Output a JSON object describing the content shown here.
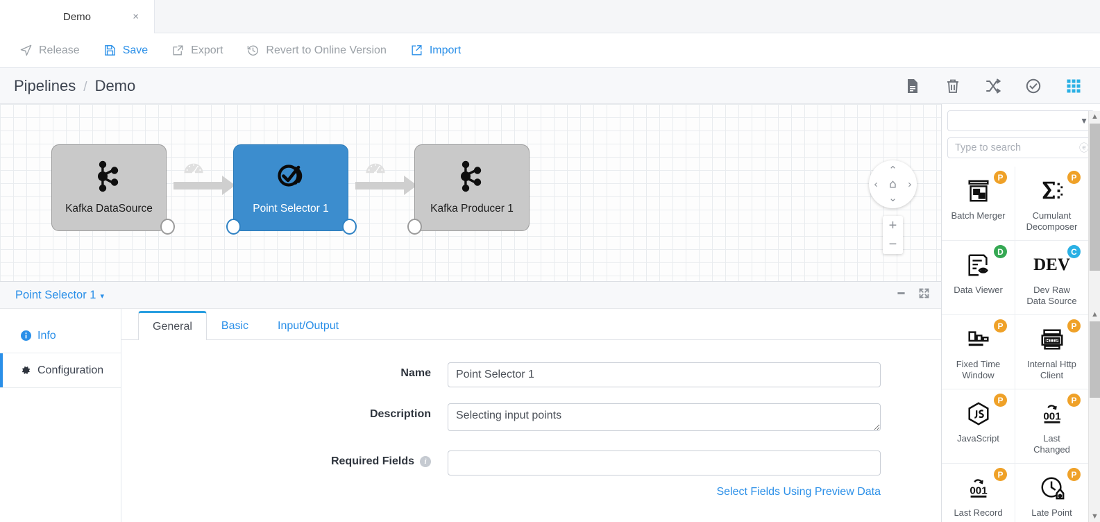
{
  "tab": {
    "label": "Demo",
    "close": "×"
  },
  "toolbar": {
    "items": [
      {
        "label": "Release",
        "icon": "paper-plane-icon",
        "state": "disabled"
      },
      {
        "label": "Save",
        "icon": "floppy-disk-icon",
        "state": "active"
      },
      {
        "label": "Export",
        "icon": "export-icon",
        "state": "disabled"
      },
      {
        "label": "Revert to Online Version",
        "icon": "history-clock-icon",
        "state": "disabled"
      },
      {
        "label": "Import",
        "icon": "import-icon",
        "state": "active"
      }
    ]
  },
  "header": {
    "breadcrumb_root": "Pipelines",
    "breadcrumb_sep": "/",
    "breadcrumb_current": "Demo",
    "icons": [
      "document-icon",
      "trash-icon",
      "shuffle-icon",
      "check-circle-icon",
      "apps-grid-icon"
    ]
  },
  "canvas": {
    "nodes": [
      {
        "label": "Kafka DataSource",
        "icon": "kafka-icon",
        "selected": false
      },
      {
        "label": "Point Selector 1",
        "icon": "point-selector-icon",
        "selected": true
      },
      {
        "label": "Kafka Producer 1",
        "icon": "kafka-icon",
        "selected": false
      }
    ],
    "connection_icon": "gauge-icon",
    "nav": {
      "up": "⌃",
      "down": "⌄",
      "left": "‹",
      "right": "›",
      "home": "⌂",
      "zoom_in": "+",
      "zoom_out": "−"
    }
  },
  "palette": {
    "select_value": "",
    "search_placeholder": "Type to search",
    "clear_icon": "clear-circle-icon",
    "items": [
      {
        "name": "Batch Merger",
        "badge": "P",
        "badge_color": "#efa128",
        "icon": "batch-merger-icon"
      },
      {
        "name": "Cumulant\nDecomposer",
        "badge": "P",
        "badge_color": "#efa128",
        "icon": "cumulant-decomposer-icon"
      },
      {
        "name": "Data Viewer",
        "badge": "D",
        "badge_color": "#35a853",
        "icon": "data-viewer-icon"
      },
      {
        "name": "Dev Raw\nData Source",
        "badge": "C",
        "badge_color": "#2ab0e4",
        "icon": "dev-raw-data-source-icon"
      },
      {
        "name": "Fixed Time\nWindow",
        "badge": "P",
        "badge_color": "#efa128",
        "icon": "fixed-time-window-icon"
      },
      {
        "name": "Internal Http\nClient",
        "badge": "P",
        "badge_color": "#efa128",
        "icon": "internal-http-client-icon"
      },
      {
        "name": "JavaScript",
        "badge": "P",
        "badge_color": "#efa128",
        "icon": "javascript-icon"
      },
      {
        "name": "Last\nChanged",
        "badge": "P",
        "badge_color": "#efa128",
        "icon": "last-changed-icon"
      },
      {
        "name": "Last Record",
        "badge": "P",
        "badge_color": "#efa128",
        "icon": "last-record-icon"
      },
      {
        "name": "Late Point",
        "badge": "P",
        "badge_color": "#efa128",
        "icon": "late-point-icon"
      }
    ],
    "scroll": {
      "up": "▲",
      "down": "▼"
    }
  },
  "config_panel": {
    "title": "Point Selector 1",
    "title_caret": "▾",
    "minimize_icon": "minimize-icon",
    "expand_icon": "expand-icon",
    "nav": [
      {
        "label": "Info",
        "icon": "info-circle-icon",
        "active": false
      },
      {
        "label": "Configuration",
        "icon": "gear-icon",
        "active": true
      }
    ],
    "tabs": [
      {
        "label": "General",
        "active": true
      },
      {
        "label": "Basic",
        "active": false
      },
      {
        "label": "Input/Output",
        "active": false
      }
    ],
    "fields": {
      "name_label": "Name",
      "name_value": "Point Selector 1",
      "description_label": "Description",
      "description_value": "Selecting input points",
      "required_fields_label": "Required Fields",
      "required_fields_value": "",
      "required_fields_info_icon": "info-icon",
      "select_fields_link": "Select Fields Using Preview Data"
    },
    "scroll": {
      "up": "▲",
      "down": "▼"
    }
  },
  "colors": {
    "accent": "#2a8fe8",
    "node_selected": "#3c8dce",
    "node_default": "#c9c9c9"
  }
}
